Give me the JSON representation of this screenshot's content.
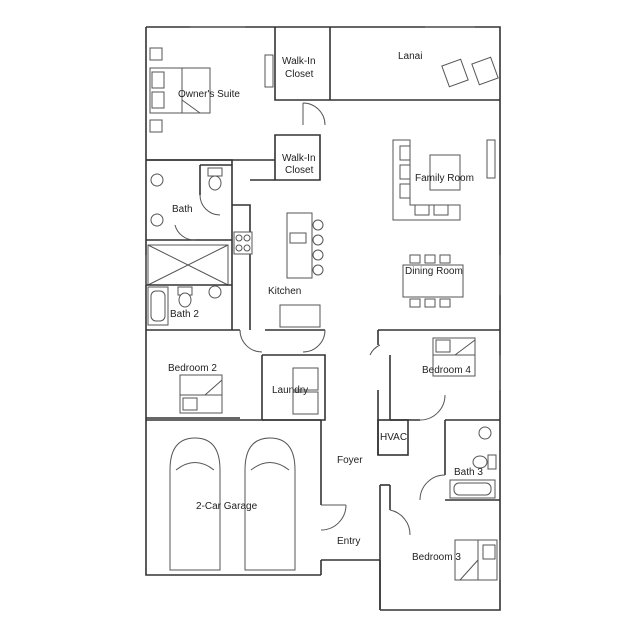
{
  "rooms": {
    "owners_suite": "Owner's Suite",
    "walkin_closet_1_line1": "Walk-In",
    "walkin_closet_1_line2": "Closet",
    "lanai": "Lanai",
    "walkin_closet_2_line1": "Walk-In",
    "walkin_closet_2_line2": "Closet",
    "family_room": "Family Room",
    "bath": "Bath",
    "dining_room": "Dining Room",
    "kitchen": "Kitchen",
    "bath_2": "Bath 2",
    "bedroom_2": "Bedroom 2",
    "laundry": "Laundry",
    "bedroom_4": "Bedroom 4",
    "hvac": "HVAC",
    "foyer": "Foyer",
    "bath_3": "Bath 3",
    "garage": "2-Car Garage",
    "entry": "Entry",
    "bedroom_3": "Bedroom 3"
  },
  "icons": {
    "chairs": "lounge-chair-icon",
    "sofa": "sofa-icon",
    "bed": "bed-icon",
    "car": "car-icon",
    "toilet": "toilet-icon",
    "tub": "bathtub-icon"
  },
  "colors": {
    "wall": "#333333",
    "fixture": "#555555",
    "background": "#ffffff"
  }
}
